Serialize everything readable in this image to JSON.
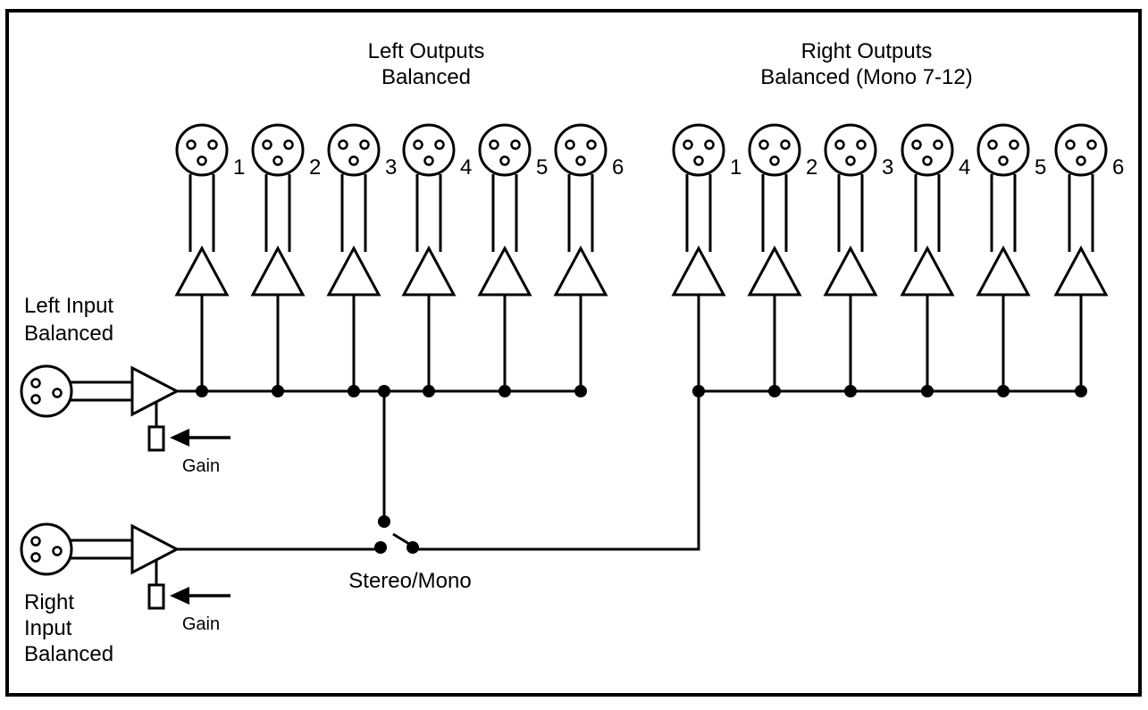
{
  "headings": {
    "left_outputs": [
      "Left Outputs",
      "Balanced"
    ],
    "right_outputs": [
      "Right Outputs",
      "Balanced (Mono 7-12)"
    ]
  },
  "left_input_label": [
    "Left Input",
    "Balanced"
  ],
  "right_input_label": [
    "Right",
    "Input",
    "Balanced"
  ],
  "gain_label": "Gain",
  "switch_label": "Stereo/Mono",
  "left_output_numbers": [
    "1",
    "2",
    "3",
    "4",
    "5",
    "6"
  ],
  "right_output_numbers": [
    "1",
    "2",
    "3",
    "4",
    "5",
    "6"
  ],
  "colors": {
    "ink": "#000000",
    "background": "#ffffff"
  }
}
